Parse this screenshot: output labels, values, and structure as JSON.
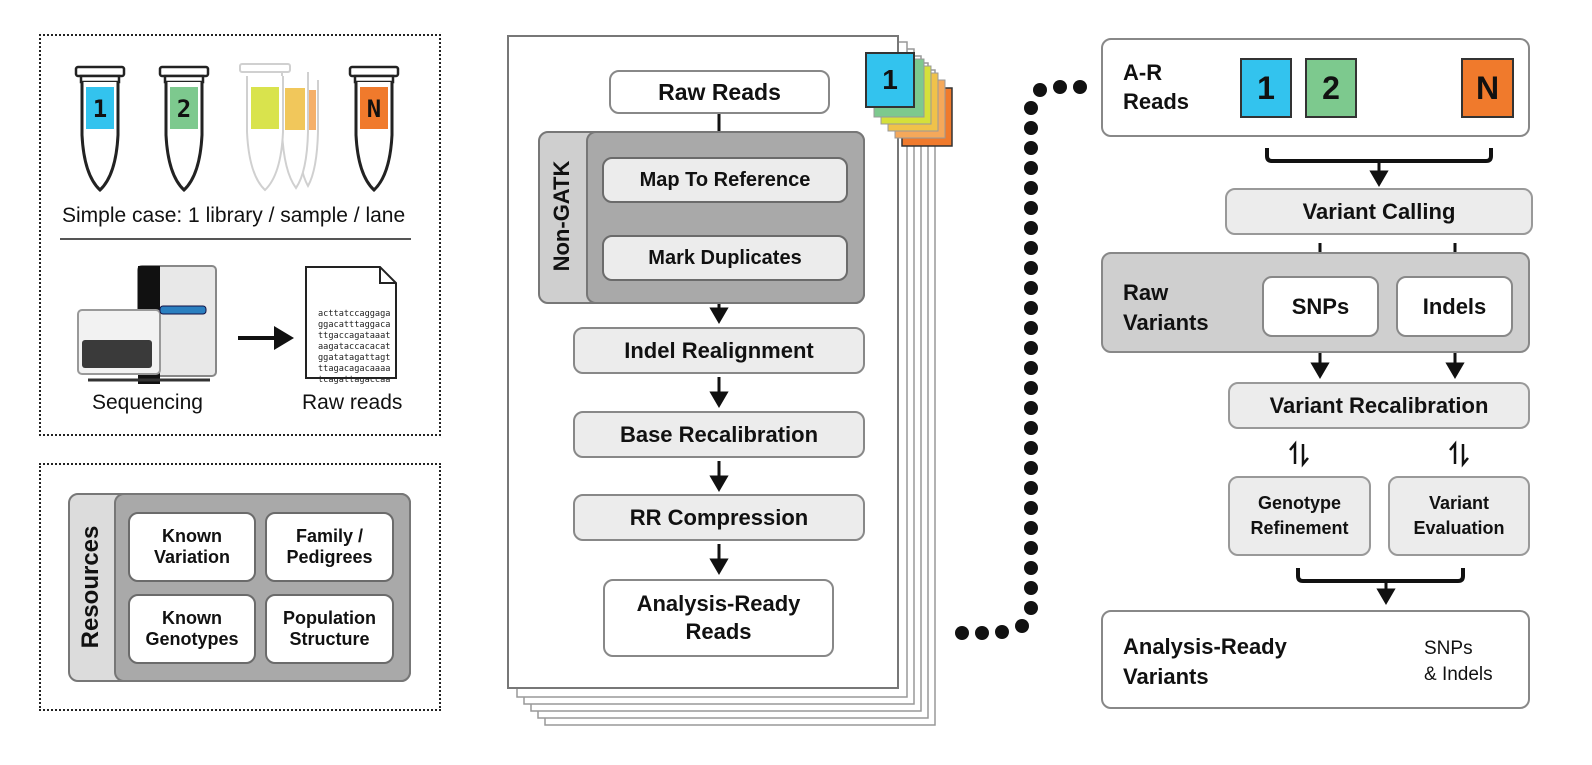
{
  "libraries": {
    "tube_labels": [
      "1",
      "2",
      "N"
    ],
    "caption": "Simple case: 1 library / sample / lane",
    "sequencing_label": "Sequencing",
    "raw_reads_label": "Raw reads",
    "sequence_lines": [
      "acttatccaggaga",
      "ggacatttaggaca",
      "ttgaccagataaat",
      "aagataccacacat",
      "ggatatagattagt",
      "ttagacagacaaaa",
      "tcagattagaccaa"
    ]
  },
  "resources": {
    "title": "Resources",
    "items": [
      "Known\nVariation",
      "Family /\nPedigrees",
      "Known\nGenotypes",
      "Population\nStructure"
    ]
  },
  "per_sample": {
    "stack_badge": "1",
    "raw_reads": "Raw Reads",
    "non_gatk_label": "Non-GATK",
    "map_to_reference": "Map To Reference",
    "mark_duplicates": "Mark Duplicates",
    "indel_realignment": "Indel Realignment",
    "base_recalibration": "Base Recalibration",
    "rr_compression": "RR Compression",
    "analysis_ready_reads": "Analysis-Ready\nReads"
  },
  "cohort": {
    "ar_reads_label": "A-R\nReads",
    "read_badges": [
      "1",
      "2",
      "N"
    ],
    "variant_calling": "Variant Calling",
    "raw_variants_label": "Raw\nVariants",
    "snps": "SNPs",
    "indels": "Indels",
    "variant_recalibration": "Variant Recalibration",
    "genotype_refinement": "Genotype\nRefinement",
    "variant_evaluation": "Variant\nEvaluation",
    "analysis_ready_variants": "Analysis-Ready\nVariants",
    "snps_indels": "SNPs\n& Indels"
  },
  "colors": {
    "blue": "#33c3ee",
    "green": "#7dc98e",
    "yellow": "#d5e03a",
    "orange": "#f5a85a",
    "red_orange": "#f07a2c"
  }
}
